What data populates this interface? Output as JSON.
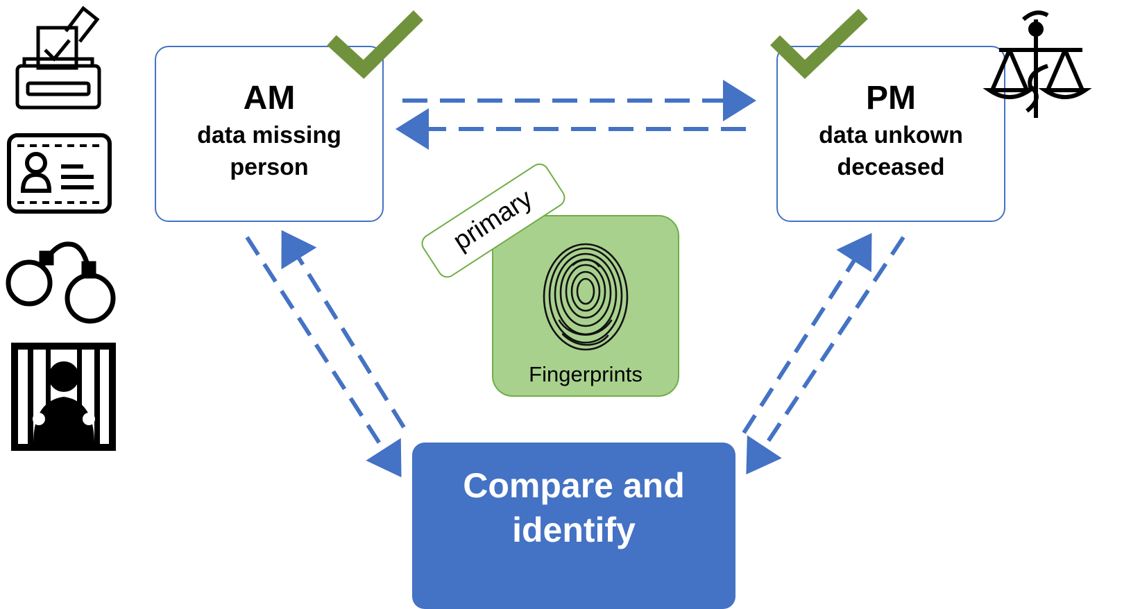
{
  "am": {
    "title": "AM",
    "line1": "data missing",
    "line2": "person"
  },
  "pm": {
    "title": "PM",
    "line1": "data unkown",
    "line2": "deceased"
  },
  "compare": {
    "line1": "Compare and",
    "line2": "identify"
  },
  "fingerprint": {
    "label": "Fingerprints",
    "tag": "primary"
  },
  "icons": [
    "ballot-box-icon",
    "id-card-icon",
    "handcuffs-icon",
    "prisoner-icon",
    "scales-justice-icon",
    "fingerprint-icon",
    "checkmark-icon"
  ],
  "colors": {
    "arrow": "#4472c4",
    "box_border": "#4472c4",
    "compare_fill": "#4472c4",
    "fingerprint_fill": "#a9d18e",
    "fingerprint_border": "#70ad47",
    "check": "#70923c"
  }
}
